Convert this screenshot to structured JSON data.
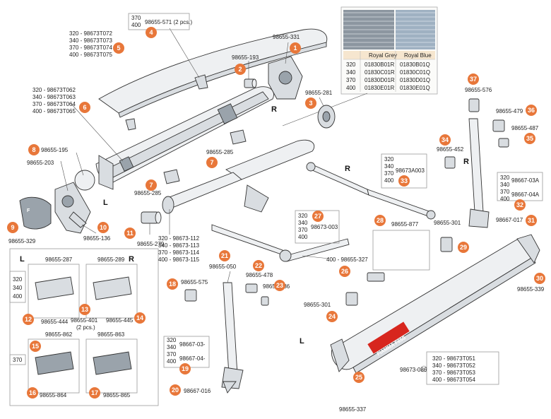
{
  "colors": {
    "badge": "#E8773A",
    "roller_grey": "#8C96A0",
    "roller_blue": "#9FB1C2",
    "table_header_bg": "#F6E6CF"
  },
  "fabric_table": {
    "headers": [
      "",
      "Royal Grey",
      "Royal Blue"
    ],
    "rows": [
      [
        "320",
        "01830B01R",
        "01830B01Q"
      ],
      [
        "340",
        "01830C01R",
        "01830C01Q"
      ],
      [
        "370",
        "01830D01R",
        "01830D01Q"
      ],
      [
        "400",
        "01830E01R",
        "01830E01Q"
      ]
    ]
  },
  "callouts": {
    "c1": {
      "num": "1",
      "code": "98655-331"
    },
    "c2": {
      "num": "2",
      "code": "98655-193"
    },
    "c3": {
      "num": "3",
      "code": "98655-281"
    },
    "c4": {
      "num": "4",
      "sizes": "370\n400",
      "code": "98655-571 (2 pcs.)"
    },
    "c5": {
      "num": "5",
      "lines": [
        "320 - 98673T072",
        "340 - 98673T073",
        "370 - 98673T074",
        "400 - 98673T075"
      ]
    },
    "c6": {
      "num": "6",
      "lines": [
        "320 - 98673T062",
        "340 - 98673T063",
        "370 - 98673T064",
        "400 - 98673T065"
      ]
    },
    "c7a": {
      "num": "7",
      "code": "98655-285"
    },
    "c7b": {
      "num": "7",
      "code": "98655-285"
    },
    "c8": {
      "num": "8",
      "code": "98655-195",
      "code2": "98655-203"
    },
    "c9": {
      "num": "9",
      "code": "98655-329"
    },
    "c10": {
      "num": "10",
      "code": "98655-136"
    },
    "c11": {
      "num": "11",
      "code": "98655-279"
    },
    "c11b": {
      "lines": [
        "320 - 98673-112",
        "340 - 98673-113",
        "370 - 98673-114",
        "400 - 98673-115"
      ]
    },
    "c12": {
      "num": "12",
      "code": "98655-444"
    },
    "c13": {
      "num": "13",
      "code": "98655-401",
      "note": "(2 pcs.)"
    },
    "c14": {
      "num": "14",
      "code": "98655-445"
    },
    "c15": {
      "num": "15",
      "code": "98655-862"
    },
    "c16": {
      "num": "16",
      "code": "98655-864"
    },
    "c17": {
      "num": "17",
      "code": "98655-865"
    },
    "c17b": {
      "code": "98655-863"
    },
    "c18": {
      "num": "18",
      "code": "98655-575"
    },
    "c19": {
      "num": "19",
      "sizes": [
        "320",
        "340",
        "370",
        "400"
      ],
      "code_a": "98667-03-",
      "code_b": "98667-04-"
    },
    "c20": {
      "num": "20",
      "code": "98667-016"
    },
    "c21": {
      "num": "21",
      "code": "98655-050"
    },
    "c22": {
      "num": "22",
      "code": "98655-478"
    },
    "c23": {
      "num": "23",
      "code": "98655-486"
    },
    "c24": {
      "num": "24",
      "code": "98655-301"
    },
    "c25": {
      "num": "25",
      "code": "98655-337"
    },
    "c26": {
      "num": "26",
      "code": "400 - 98655-327"
    },
    "c27": {
      "num": "27",
      "sizes": [
        "320",
        "340",
        "370",
        "400"
      ],
      "code": "98673-003"
    },
    "c28": {
      "num": "28",
      "code": "98655-877"
    },
    "c29": {
      "num": "29",
      "code": "98655-301"
    },
    "c30": {
      "num": "30",
      "code": "98655-339"
    },
    "c31": {
      "num": "31",
      "code": "98667-017"
    },
    "c32": {
      "num": "32",
      "sizes": [
        "320",
        "340",
        "370",
        "400"
      ],
      "code_a": "98667-03A",
      "code_b": "98667-04A"
    },
    "c33": {
      "num": "33",
      "sizes": [
        "320",
        "340",
        "370",
        "400"
      ],
      "code": "98673A003"
    },
    "c34": {
      "num": "34",
      "code": "98655-452"
    },
    "c35": {
      "num": "35",
      "code": "98655-487"
    },
    "c36": {
      "num": "36",
      "code": "98655-479"
    },
    "c37": {
      "num": "37",
      "code": "98655-576"
    },
    "c_lead_bar": {
      "code": "98673-086",
      "lines": [
        "320 - 98673T051",
        "340 - 98673T052",
        "370 - 98673T053",
        "400 - 98673T054"
      ]
    }
  },
  "boxes": {
    "bracket_l_code": "98655-287",
    "bracket_r_code": "98655-289",
    "bracket_sizes": [
      "320",
      "340",
      "400"
    ],
    "bracket_370": "370",
    "side_l": "L",
    "side_r": "R"
  },
  "letters": {
    "R_top": "R",
    "L_left": "L",
    "R_mid": "R",
    "R_right": "R",
    "L_bottom": "L"
  },
  "brand": {
    "logo": "FIAMMA F65S"
  }
}
